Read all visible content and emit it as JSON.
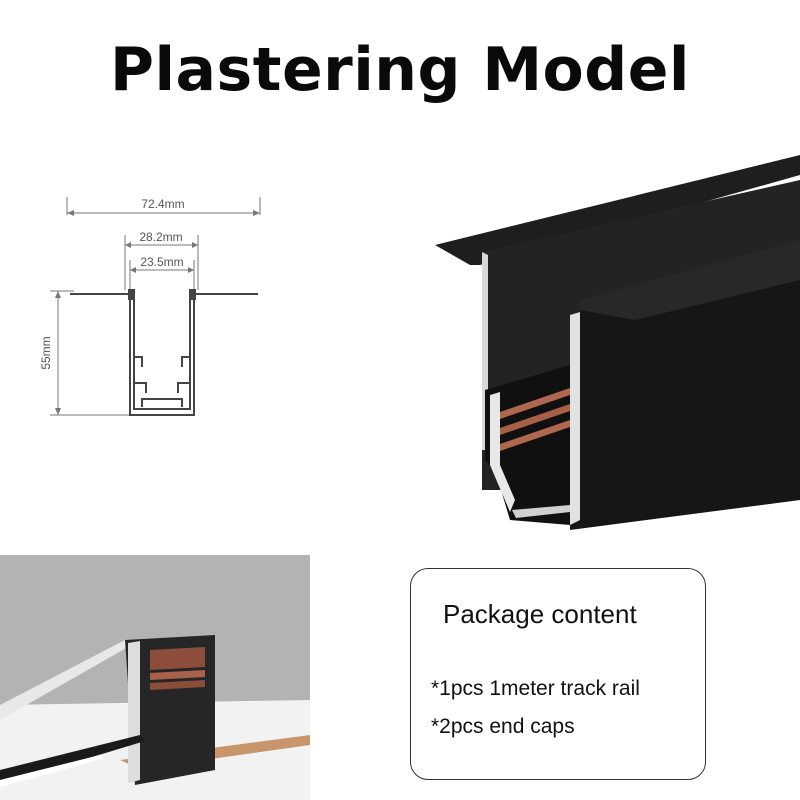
{
  "title": "Plastering Model",
  "dimensions": {
    "total_width": "72.4mm",
    "mid_width": "28.2mm",
    "inner_width": "23.5mm",
    "height": "55mm"
  },
  "package": {
    "heading": "Package content",
    "items": [
      "*1pcs 1meter track rail",
      "*2pcs end caps"
    ]
  },
  "colors": {
    "rail_black": "#1c1c1c",
    "copper": "#b0674f",
    "ceiling_gray": "#9d9d9d",
    "wood": "#c8966a"
  }
}
